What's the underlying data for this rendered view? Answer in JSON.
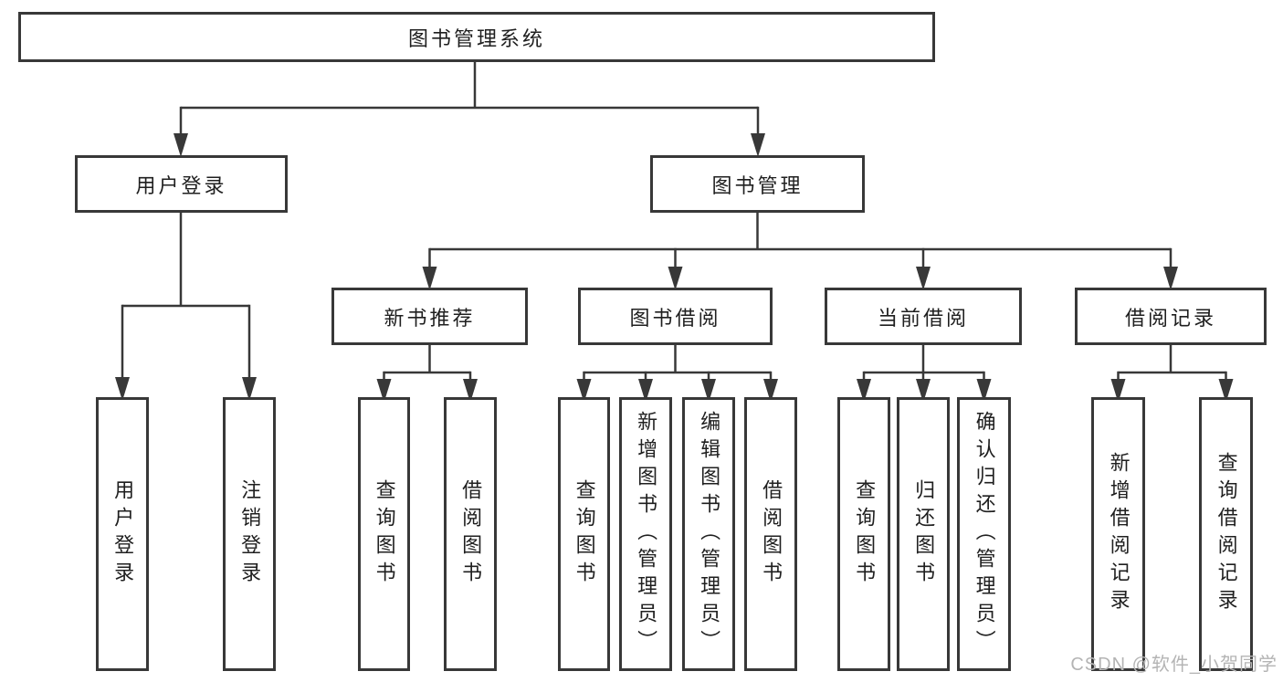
{
  "diagram": {
    "type": "tree",
    "colors": {
      "line": "#383838",
      "text": "#1f1f1f",
      "background": "#ffffff",
      "watermark": "#b4b4b4"
    },
    "nodes": {
      "root": "图书管理系统",
      "user_login": "用户登录",
      "book_mgmt": "图书管理",
      "new_book_rec": "新书推荐",
      "book_borrow": "图书借阅",
      "current_borrow": "当前借阅",
      "borrow_record": "借阅记录",
      "leaf_user_login": "用户登录",
      "leaf_logout": "注销登录",
      "leaf_rec_query": "查询图书",
      "leaf_rec_borrow": "借阅图书",
      "leaf_bb_query": "查询图书",
      "leaf_bb_add": "新增图书（管理员）",
      "leaf_bb_edit": "编辑图书（管理员）",
      "leaf_bb_borrow": "借阅图书",
      "leaf_cb_query": "查询图书",
      "leaf_cb_return": "归还图书",
      "leaf_cb_confirm": "确认归还（管理员）",
      "leaf_br_add": "新增借阅记录",
      "leaf_br_query": "查询借阅记录"
    },
    "hierarchy": {
      "图书管理系统": {
        "用户登录": [
          "用户登录",
          "注销登录"
        ],
        "图书管理": {
          "新书推荐": [
            "查询图书",
            "借阅图书"
          ],
          "图书借阅": [
            "查询图书",
            "新增图书（管理员）",
            "编辑图书（管理员）",
            "借阅图书"
          ],
          "当前借阅": [
            "查询图书",
            "归还图书",
            "确认归还（管理员）"
          ],
          "借阅记录": [
            "新增借阅记录",
            "查询借阅记录"
          ]
        }
      }
    },
    "watermark": "CSDN @软件_小贺同学"
  }
}
